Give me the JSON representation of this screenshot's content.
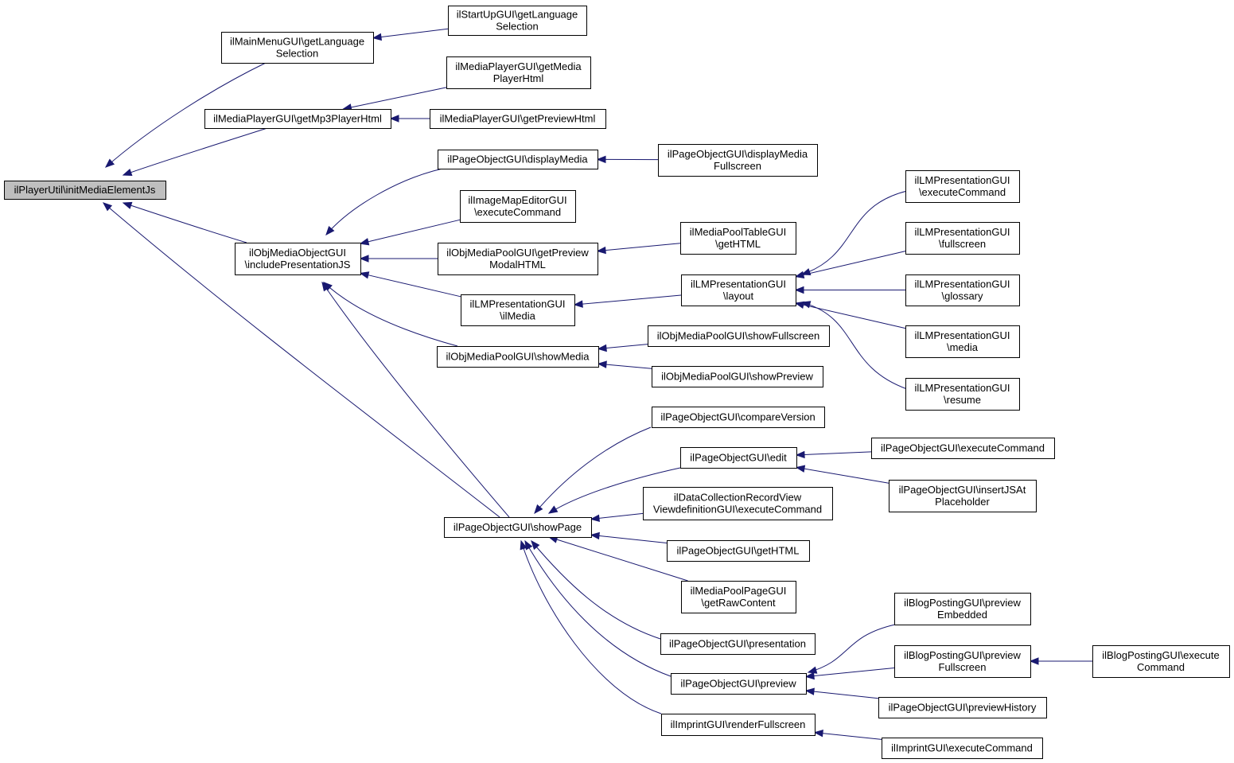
{
  "graph": {
    "root": "ilPlayerUtil\\initMediaElementJs",
    "nodes": [
      {
        "id": "root",
        "lines": [
          "ilPlayerUtil\\initMediaElementJs"
        ]
      },
      {
        "id": "mainmenu-getlang",
        "lines": [
          "ilMainMenuGUI\\getLanguage",
          "Selection"
        ]
      },
      {
        "id": "startup-getlang",
        "lines": [
          "ilStartUpGUI\\getLanguage",
          "Selection"
        ]
      },
      {
        "id": "mp-getmp3",
        "lines": [
          "ilMediaPlayerGUI\\getMp3PlayerHtml"
        ]
      },
      {
        "id": "mp-getmediaplayer",
        "lines": [
          "ilMediaPlayerGUI\\getMedia",
          "PlayerHtml"
        ]
      },
      {
        "id": "mp-getpreview",
        "lines": [
          "ilMediaPlayerGUI\\getPreviewHtml"
        ]
      },
      {
        "id": "omo-includepres",
        "lines": [
          "ilObjMediaObjectGUI",
          "\\includePresentationJS"
        ]
      },
      {
        "id": "pog-displaymedia",
        "lines": [
          "ilPageObjectGUI\\displayMedia"
        ]
      },
      {
        "id": "pog-displaymediafs",
        "lines": [
          "ilPageObjectGUI\\displayMedia",
          "Fullscreen"
        ]
      },
      {
        "id": "imme-exec",
        "lines": [
          "ilImageMapEditorGUI",
          "\\executeCommand"
        ]
      },
      {
        "id": "omp-getpreviewmodal",
        "lines": [
          "ilObjMediaPoolGUI\\getPreview",
          "ModalHTML"
        ]
      },
      {
        "id": "mptable-gethtml",
        "lines": [
          "ilMediaPoolTableGUI",
          "\\getHTML"
        ]
      },
      {
        "id": "lmp-ilmedia",
        "lines": [
          "ilLMPresentationGUI",
          "\\ilMedia"
        ]
      },
      {
        "id": "lmp-layout",
        "lines": [
          "ilLMPresentationGUI",
          "\\layout"
        ]
      },
      {
        "id": "lmp-exec",
        "lines": [
          "ilLMPresentationGUI",
          "\\executeCommand"
        ]
      },
      {
        "id": "lmp-fullscreen",
        "lines": [
          "ilLMPresentationGUI",
          "\\fullscreen"
        ]
      },
      {
        "id": "lmp-glossary",
        "lines": [
          "ilLMPresentationGUI",
          "\\glossary"
        ]
      },
      {
        "id": "lmp-media",
        "lines": [
          "ilLMPresentationGUI",
          "\\media"
        ]
      },
      {
        "id": "lmp-resume",
        "lines": [
          "ilLMPresentationGUI",
          "\\resume"
        ]
      },
      {
        "id": "omp-showmedia",
        "lines": [
          "ilObjMediaPoolGUI\\showMedia"
        ]
      },
      {
        "id": "omp-showfs",
        "lines": [
          "ilObjMediaPoolGUI\\showFullscreen"
        ]
      },
      {
        "id": "omp-showpreview",
        "lines": [
          "ilObjMediaPoolGUI\\showPreview"
        ]
      },
      {
        "id": "pog-showpage",
        "lines": [
          "ilPageObjectGUI\\showPage"
        ]
      },
      {
        "id": "pog-compare",
        "lines": [
          "ilPageObjectGUI\\compareVersion"
        ]
      },
      {
        "id": "pog-edit",
        "lines": [
          "ilPageObjectGUI\\edit"
        ]
      },
      {
        "id": "pog-exec",
        "lines": [
          "ilPageObjectGUI\\executeCommand"
        ]
      },
      {
        "id": "pog-insertjs",
        "lines": [
          "ilPageObjectGUI\\insertJSAt",
          "Placeholder"
        ]
      },
      {
        "id": "dcr-exec",
        "lines": [
          "ilDataCollectionRecordView",
          "ViewdefinitionGUI\\executeCommand"
        ]
      },
      {
        "id": "pog-gethtml",
        "lines": [
          "ilPageObjectGUI\\getHTML"
        ]
      },
      {
        "id": "mppg-getraw",
        "lines": [
          "ilMediaPoolPageGUI",
          "\\getRawContent"
        ]
      },
      {
        "id": "pog-presentation",
        "lines": [
          "ilPageObjectGUI\\presentation"
        ]
      },
      {
        "id": "pog-preview",
        "lines": [
          "ilPageObjectGUI\\preview"
        ]
      },
      {
        "id": "bpg-previewemb",
        "lines": [
          "ilBlogPostingGUI\\preview",
          "Embedded"
        ]
      },
      {
        "id": "bpg-previewfs",
        "lines": [
          "ilBlogPostingGUI\\preview",
          "Fullscreen"
        ]
      },
      {
        "id": "bpg-exec",
        "lines": [
          "ilBlogPostingGUI\\execute",
          "Command"
        ]
      },
      {
        "id": "pog-previewhist",
        "lines": [
          "ilPageObjectGUI\\previewHistory"
        ]
      },
      {
        "id": "imprint-renderfs",
        "lines": [
          "ilImprintGUI\\renderFullscreen"
        ]
      },
      {
        "id": "imprint-exec",
        "lines": [
          "ilImprintGUI\\executeCommand"
        ]
      }
    ],
    "edges": [
      [
        "mainmenu-getlang",
        "root"
      ],
      [
        "mp-getmp3",
        "root"
      ],
      [
        "omo-includepres",
        "root"
      ],
      [
        "pog-showpage",
        "root"
      ],
      [
        "startup-getlang",
        "mainmenu-getlang"
      ],
      [
        "mp-getmediaplayer",
        "mp-getmp3"
      ],
      [
        "mp-getpreview",
        "mp-getmp3"
      ],
      [
        "pog-displaymedia",
        "omo-includepres"
      ],
      [
        "imme-exec",
        "omo-includepres"
      ],
      [
        "omp-getpreviewmodal",
        "omo-includepres"
      ],
      [
        "lmp-ilmedia",
        "omo-includepres"
      ],
      [
        "omp-showmedia",
        "omo-includepres"
      ],
      [
        "pog-showpage",
        "omo-includepres"
      ],
      [
        "pog-displaymediafs",
        "pog-displaymedia"
      ],
      [
        "mptable-gethtml",
        "omp-getpreviewmodal"
      ],
      [
        "lmp-layout",
        "lmp-ilmedia"
      ],
      [
        "lmp-exec",
        "lmp-layout"
      ],
      [
        "lmp-fullscreen",
        "lmp-layout"
      ],
      [
        "lmp-glossary",
        "lmp-layout"
      ],
      [
        "lmp-media",
        "lmp-layout"
      ],
      [
        "lmp-resume",
        "lmp-layout"
      ],
      [
        "omp-showfs",
        "omp-showmedia"
      ],
      [
        "omp-showpreview",
        "omp-showmedia"
      ],
      [
        "pog-compare",
        "pog-showpage"
      ],
      [
        "pog-edit",
        "pog-showpage"
      ],
      [
        "dcr-exec",
        "pog-showpage"
      ],
      [
        "pog-gethtml",
        "pog-showpage"
      ],
      [
        "mppg-getraw",
        "pog-showpage"
      ],
      [
        "pog-presentation",
        "pog-showpage"
      ],
      [
        "pog-preview",
        "pog-showpage"
      ],
      [
        "imprint-renderfs",
        "pog-showpage"
      ],
      [
        "pog-exec",
        "pog-edit"
      ],
      [
        "pog-insertjs",
        "pog-edit"
      ],
      [
        "bpg-previewemb",
        "pog-preview"
      ],
      [
        "bpg-previewfs",
        "pog-preview"
      ],
      [
        "pog-previewhist",
        "pog-preview"
      ],
      [
        "bpg-exec",
        "bpg-previewfs"
      ],
      [
        "imprint-exec",
        "imprint-renderfs"
      ]
    ]
  }
}
